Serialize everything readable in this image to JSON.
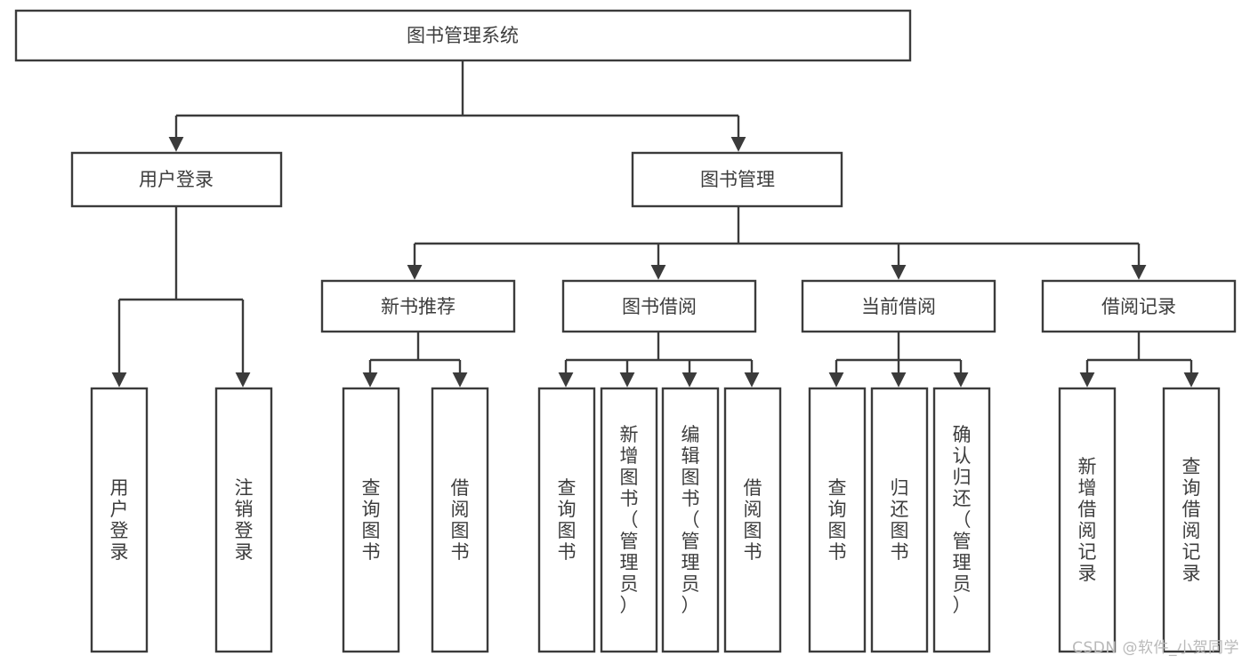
{
  "diagram": {
    "title": "图书管理系统",
    "root": {
      "label": "图书管理系统"
    },
    "level2": [
      {
        "label": "用户登录"
      },
      {
        "label": "图书管理"
      }
    ],
    "level3": [
      {
        "label": "新书推荐"
      },
      {
        "label": "图书借阅"
      },
      {
        "label": "当前借阅"
      },
      {
        "label": "借阅记录"
      }
    ],
    "leaves": {
      "user_login": [
        {
          "label": "用户登录"
        },
        {
          "label": "注销登录"
        }
      ],
      "new_book_recommend": [
        {
          "label": "查询图书"
        },
        {
          "label": "借阅图书"
        }
      ],
      "book_borrow": [
        {
          "label": "查询图书"
        },
        {
          "label": "新增图书（管理员）"
        },
        {
          "label": "编辑图书（管理员）"
        },
        {
          "label": "借阅图书"
        }
      ],
      "current_borrow": [
        {
          "label": "查询图书"
        },
        {
          "label": "归还图书"
        },
        {
          "label": "确认归还（管理员）"
        }
      ],
      "borrow_record": [
        {
          "label": "新增借阅记录"
        },
        {
          "label": "查询借阅记录"
        }
      ]
    }
  },
  "watermark": {
    "text": "CSDN @软件_小贺同学"
  },
  "colors": {
    "stroke": "#3b3b3b",
    "text": "#3d3d3d",
    "background": "#ffffff",
    "watermark": "#b9b9b9"
  }
}
